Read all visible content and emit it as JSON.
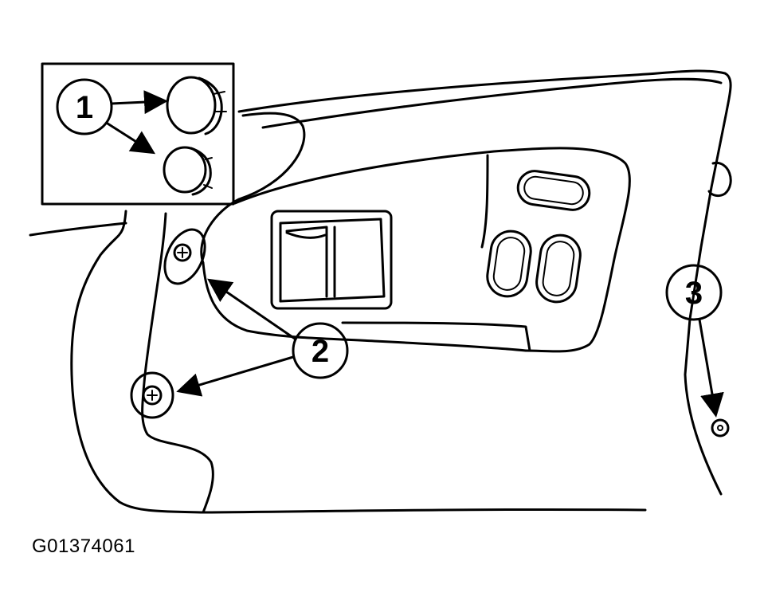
{
  "callouts": [
    {
      "id": "1",
      "label": "1"
    },
    {
      "id": "2",
      "label": "2"
    },
    {
      "id": "3",
      "label": "3"
    }
  ],
  "figure_id": "G01374061",
  "colors": {
    "line": "#000000",
    "background": "#ffffff"
  }
}
